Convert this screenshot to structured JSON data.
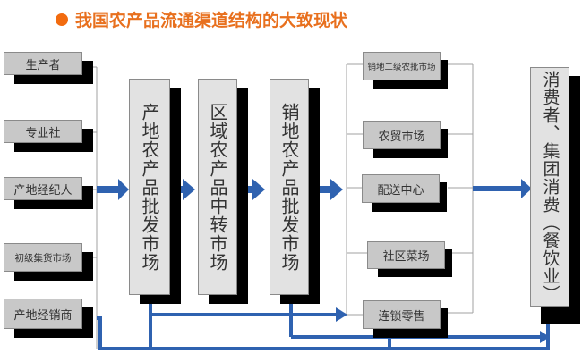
{
  "title": "我国农产品流通渠道结构的大致现状",
  "colors": {
    "title": "#e8701e",
    "arrow": "#2f62b0",
    "box": "#c8c8c8",
    "shadow": "#000000"
  },
  "sources": [
    {
      "label": "生产者"
    },
    {
      "label": "专业社"
    },
    {
      "label": "产地经纪人"
    },
    {
      "label": "初级集货市场"
    },
    {
      "label": "产地经销商"
    }
  ],
  "wholesale": [
    {
      "label": "产地农产品批发市场"
    },
    {
      "label": "区域农产品中转市场"
    },
    {
      "label": "销地农产品批发市场"
    }
  ],
  "retail": [
    {
      "label": "销地二级农批市场"
    },
    {
      "label": "农贸市场"
    },
    {
      "label": "配送中心"
    },
    {
      "label": "社区菜场"
    },
    {
      "label": "连锁零售"
    }
  ],
  "consumer": {
    "label": "消费者、集团消费（餐饮业）"
  }
}
